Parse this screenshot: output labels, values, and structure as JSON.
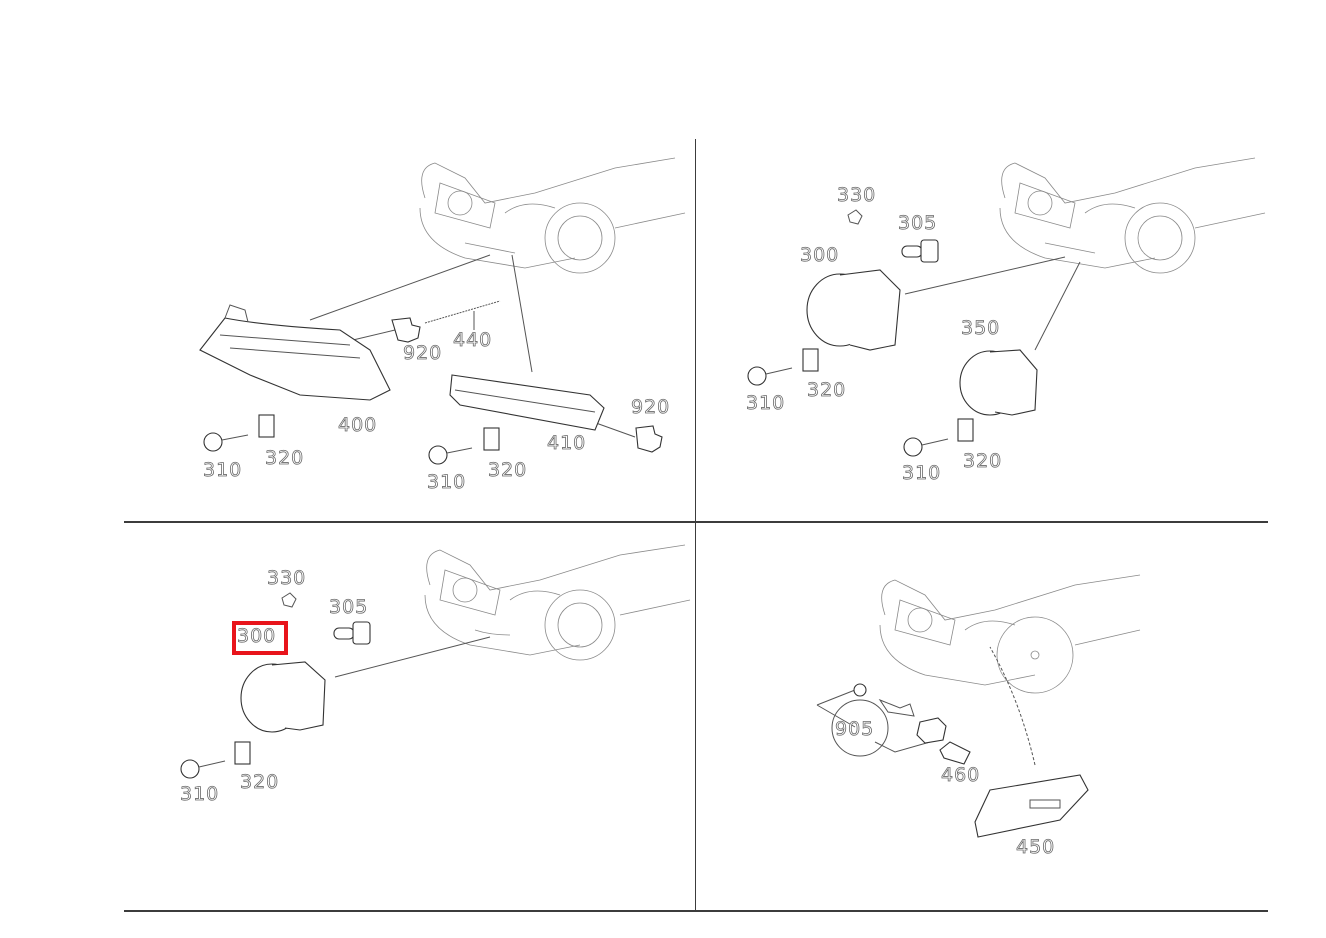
{
  "diagram": {
    "type": "exploded-parts-diagram",
    "highlight_color": "#e8141b",
    "panels": [
      {
        "position": "top-left",
        "labels": [
          "310",
          "320",
          "400",
          "920",
          "440",
          "310",
          "320",
          "410",
          "920"
        ]
      },
      {
        "position": "top-right",
        "labels": [
          "330",
          "305",
          "300",
          "310",
          "320",
          "350",
          "310",
          "320"
        ]
      },
      {
        "position": "bottom-left",
        "labels": [
          "330",
          "305",
          "300",
          "310",
          "320"
        ],
        "highlighted": "300"
      },
      {
        "position": "bottom-right",
        "labels": [
          "905",
          "460",
          "450"
        ]
      }
    ]
  }
}
